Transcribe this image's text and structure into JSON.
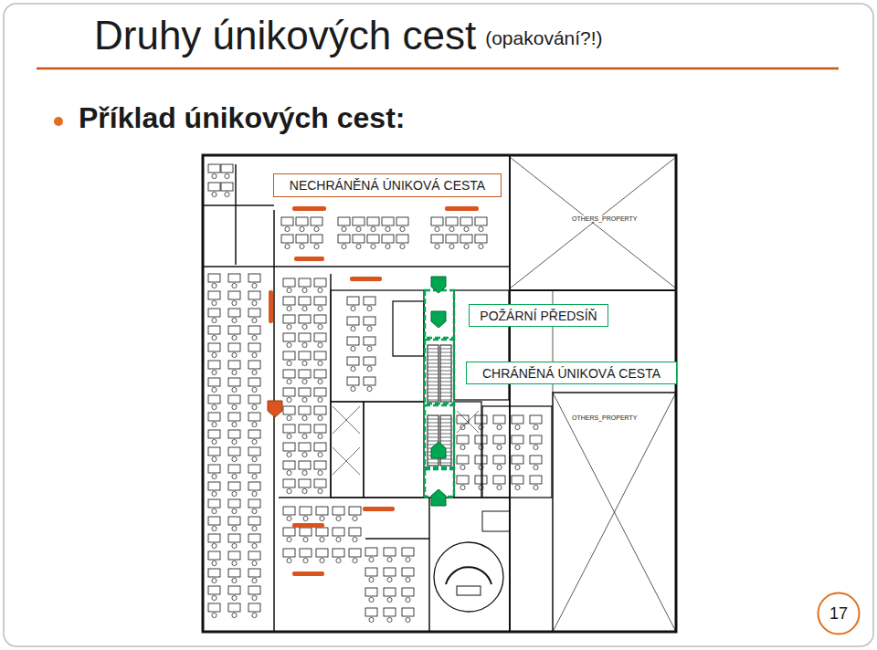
{
  "diagram": {
    "title": "Druhy únikových cest",
    "nodes": [
      {
        "text": [
          "NECHRÁNĚNÁ ÚNIKOVÁ CESTA"
        ]
      },
      {
        "text": [
          "POŽÁRNÍ PŘEDSÍŇ"
        ]
      },
      {
        "text": [
          "CHRÁNĚNÁ ÚNIKOVÁ CESTA"
        ]
      },
      {
        "text": [
          "17"
        ]
      }
    ],
    "labels": [
      "(opakování?!)",
      "Příklad únikových cest:",
      "OTHERS_PROPERTY",
      "OTHERS_PROPERTY"
    ]
  }
}
